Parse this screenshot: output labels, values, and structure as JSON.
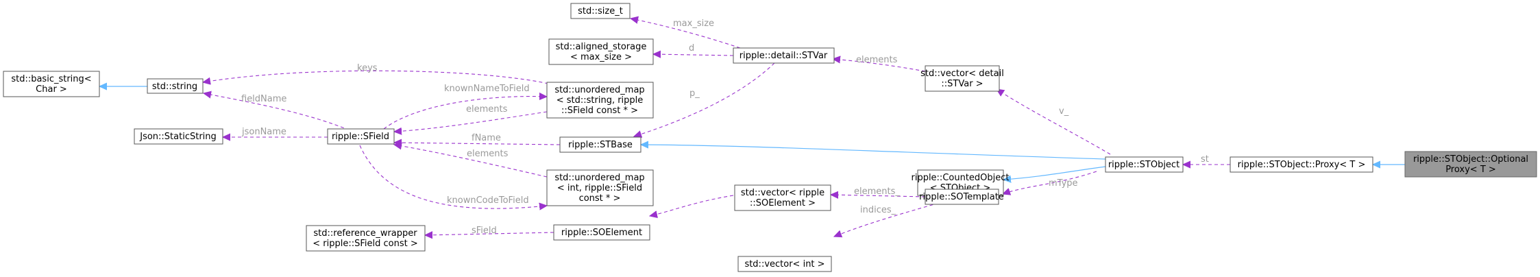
{
  "nodes": {
    "basic_string": [
      "std::basic_string<",
      "Char >"
    ],
    "string": [
      "std::string"
    ],
    "static_string": [
      "Json::StaticString"
    ],
    "sfield": [
      "ripple::SField"
    ],
    "ref_wrapper": [
      "std::reference_wrapper",
      "< ripple::SField const >"
    ],
    "size_t": [
      "std::size_t"
    ],
    "aligned_storage": [
      "std::aligned_storage",
      "< max_size >"
    ],
    "umap_string": [
      "std::unordered_map",
      "< std::string, ripple",
      "::SField const * >"
    ],
    "stbase": [
      "ripple::STBase"
    ],
    "umap_int": [
      "std::unordered_map",
      "< int, ripple::SField",
      "const * >"
    ],
    "soelement": [
      "ripple::SOElement"
    ],
    "vec_int": [
      "std::vector< int >"
    ],
    "stvar": [
      "ripple::detail::STVar"
    ],
    "vec_soelement": [
      "std::vector< ripple",
      "::SOElement >"
    ],
    "vec_stvar": [
      "std::vector< detail",
      "::STVar >"
    ],
    "counted_object": [
      "ripple::CountedObject",
      "< STObject >"
    ],
    "sotemplate": [
      "ripple::SOTemplate"
    ],
    "stobject": [
      "ripple::STObject"
    ],
    "proxy": [
      "ripple::STObject::Proxy< T >"
    ],
    "optional_proxy": [
      "ripple::STObject::Optional",
      "Proxy< T >"
    ]
  },
  "edge_labels": {
    "keys": "keys",
    "fieldName": "fieldName",
    "jsonName": "jsonName",
    "knownNameToField": "knownNameToField",
    "elements_umap_string": "elements",
    "fName": "fName",
    "elements_umap_int": "elements",
    "knownCodeToField": "knownCodeToField",
    "sField": "sField",
    "max_size": "max_size",
    "d": "d",
    "p_": "p_",
    "elements_stvar": "elements",
    "v_": "v_",
    "st": "st",
    "mType": "mType",
    "elements_sotemplate": "elements_",
    "indices": "indices_"
  },
  "colors": {
    "inheritance_edge": "#63b8ff",
    "usage_edge": "#9a32cd",
    "highlight_fill": "#999999",
    "node_border": "#555555",
    "edge_label": "#9a9a9a"
  }
}
